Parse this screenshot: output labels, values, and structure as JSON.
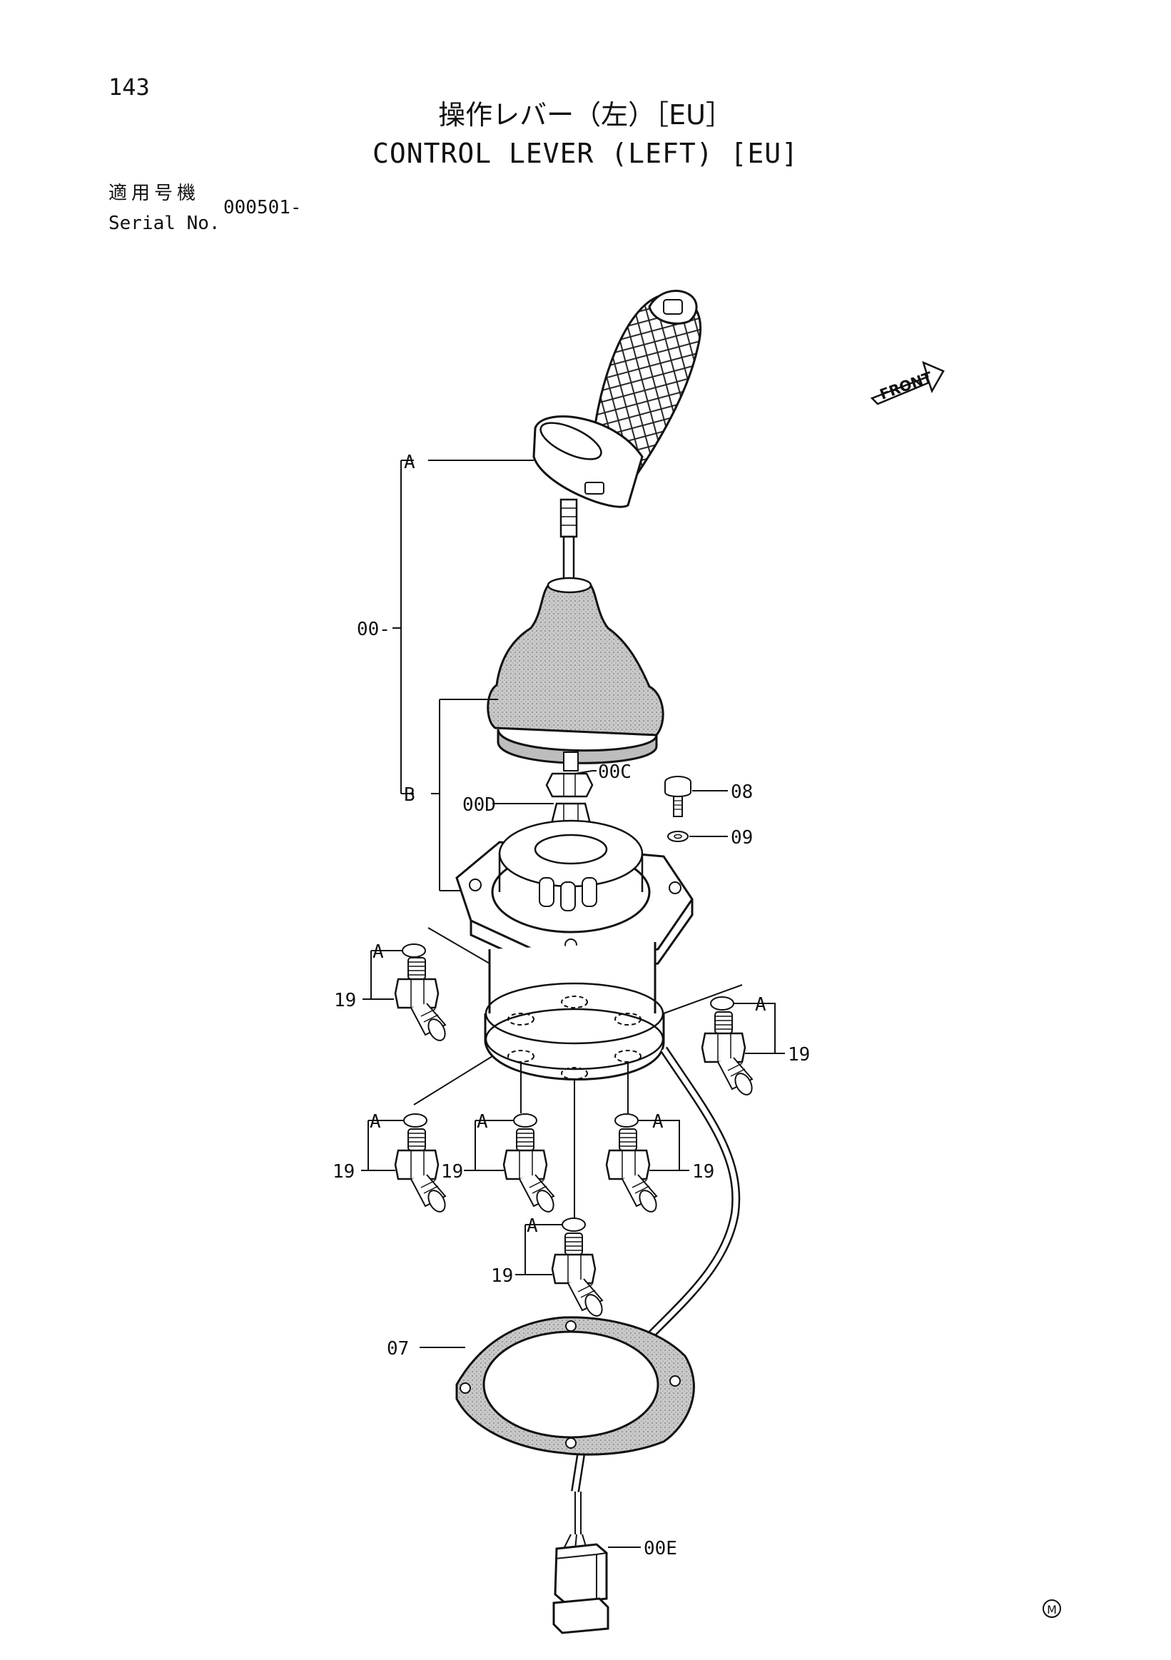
{
  "header": {
    "page_number": "143",
    "title_ja": "操作レバー（左）［EU］",
    "title_en": "CONTROL LEVER (LEFT) [EU]",
    "serial_label_ja": "適用号機",
    "serial_label_en": "Serial No.",
    "serial_value": "000501-"
  },
  "diagram": {
    "front_label": "FRONT",
    "callouts": {
      "a_top": "A",
      "b": "B",
      "assy": "00-",
      "c": "00C",
      "d": "00D",
      "e": "00E",
      "p07": "07",
      "p08": "08",
      "p09": "09"
    },
    "fittings": [
      {
        "ref": "A",
        "part": "19"
      },
      {
        "ref": "A",
        "part": "19"
      },
      {
        "ref": "A",
        "part": "19"
      },
      {
        "ref": "A",
        "part": "19"
      },
      {
        "ref": "A",
        "part": "19"
      },
      {
        "ref": "A",
        "part": "19"
      }
    ],
    "corner_mark": "M"
  }
}
